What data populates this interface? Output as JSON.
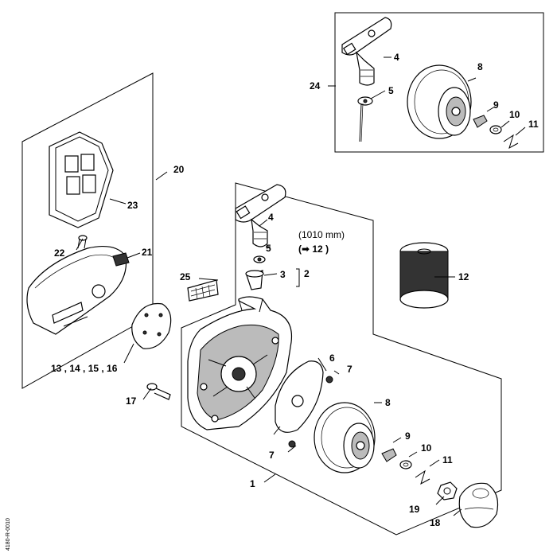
{
  "callouts": {
    "c1": "1",
    "c2": "2",
    "c3": "3",
    "c4a": "4",
    "c4b": "4",
    "c5a": "5",
    "c5b": "5",
    "c6": "6",
    "c7a": "7",
    "c7b": "7",
    "c8a": "8",
    "c8b": "8",
    "c9a": "9",
    "c9b": "9",
    "c10a": "10",
    "c10b": "10",
    "c11a": "11",
    "c11b": "11",
    "c12": "12",
    "c1316": "13 , 14 , 15 , 16",
    "c17": "17",
    "c18": "18",
    "c19": "19",
    "c20": "20",
    "c21": "21",
    "c22": "22",
    "c23": "23",
    "c24": "24",
    "c25": "25"
  },
  "rope_note": {
    "length": "(1010 mm)",
    "ref": "(➡ 12 )"
  },
  "side_code": "4180-R-0010"
}
